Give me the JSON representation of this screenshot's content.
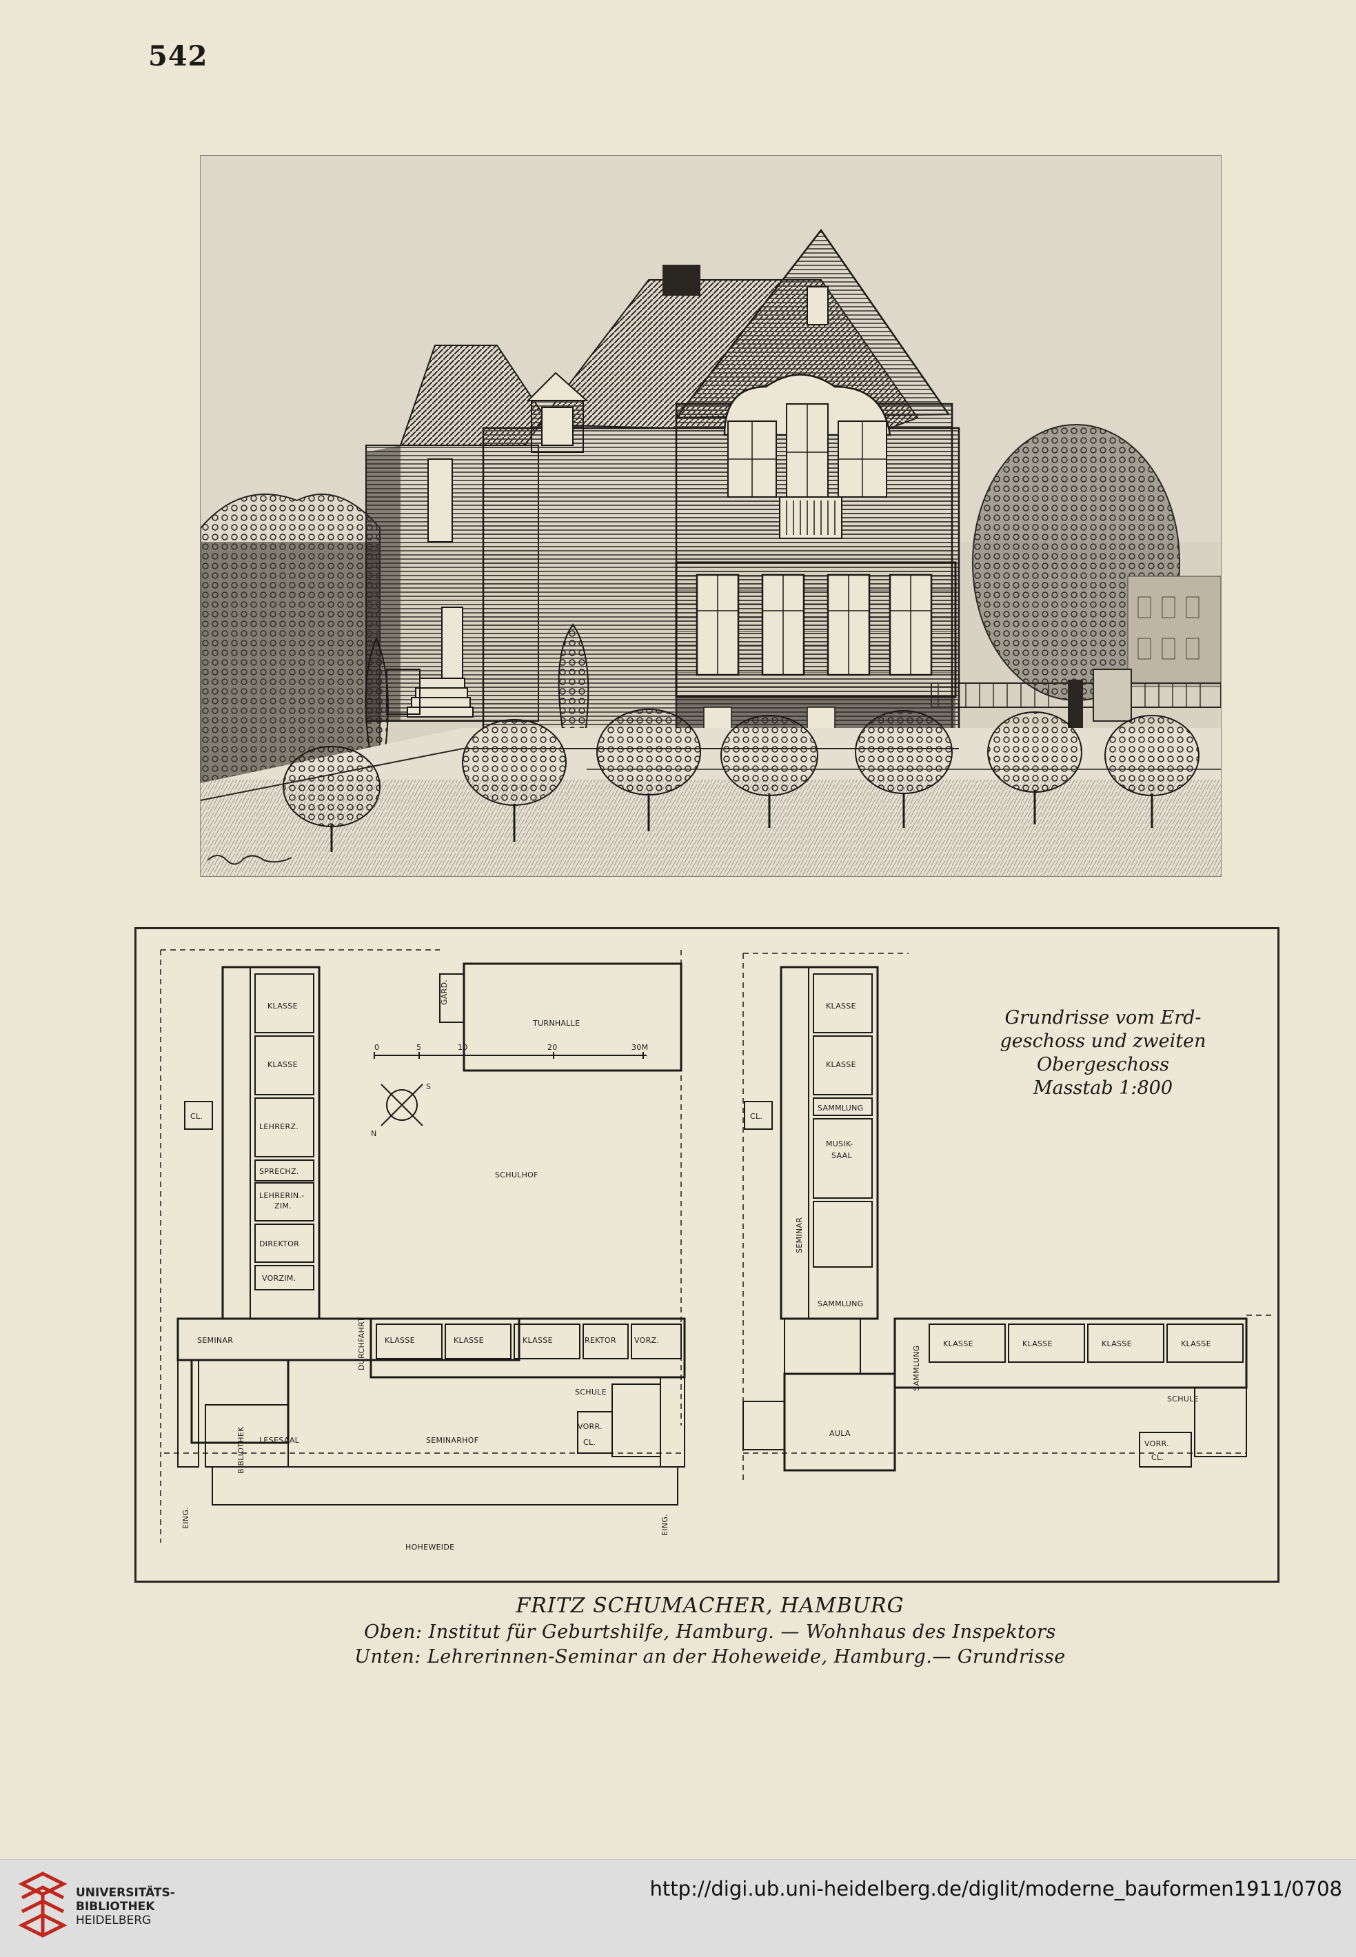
{
  "page_number": "542",
  "plan_labels": {
    "klasse": "KLASSE",
    "lehrerz": "LEHRERZ.",
    "sprechz": "SPRECHZ.",
    "lehrerin_zim_1": "LEHRERIN.-",
    "lehrerin_zim_2": "ZIM.",
    "direktor": "DIREKTOR",
    "vorzim": "VORZIM.",
    "cl": "CL.",
    "seminar": "SEMINAR",
    "bibliothek": "BIBLIOTHEK",
    "lesesaal": "LESESAAL",
    "seminarhof": "SEMINARHOF",
    "schule": "SCHULE",
    "schulhof": "SCHULHOF",
    "turnhalle": "TURNHALLE",
    "gard": "GARD.",
    "durchfahrt": "DURCHFAHRT",
    "rektor": "REKTOR",
    "vorz": "VORZ.",
    "vorr": "VORR.",
    "eing": "EING.",
    "hoheweide": "HOHEWEIDE",
    "sammlung": "SAMMLUNG",
    "musik_saal_1": "MUSIK-",
    "musik_saal_2": "SAAL",
    "aula": "AULA",
    "scale_ticks": [
      "0",
      "5",
      "10",
      "20",
      "30M"
    ],
    "compass_n": "N",
    "compass_s": "S"
  },
  "legend": {
    "line1": "Grundrisse vom Erd-",
    "line2": "geschoss und zweiten",
    "line3": "Obergeschoss",
    "line4": "Masstab 1:800"
  },
  "caption": {
    "title": "FRITZ SCHUMACHER, HAMBURG",
    "line1": "Oben: Institut für Geburtshilfe, Hamburg. — Wohnhaus des Inspektors",
    "line2": "Unten: Lehrerinnen-Seminar an der Hoheweide, Hamburg.— Grundrisse"
  },
  "footer": {
    "logo_line1": "UNIVERSITÄTS-",
    "logo_line2": "BIBLIOTHEK",
    "logo_line3": "HEIDELBERG",
    "url": "http://digi.ub.uni-heidelberg.de/diglit/moderne_bauformen1911/0708"
  }
}
